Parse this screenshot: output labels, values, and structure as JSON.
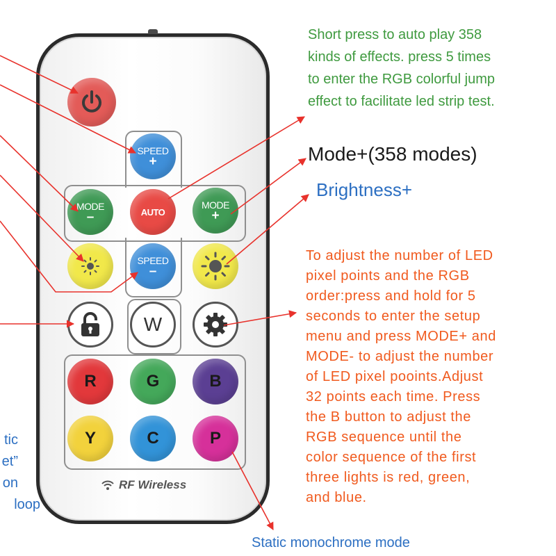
{
  "remote": {
    "buttons": {
      "speed_up": {
        "line1": "SPEED",
        "line2": "+"
      },
      "mode_down": {
        "line1": "MODE",
        "line2": "–"
      },
      "auto": {
        "label": "AUTO"
      },
      "mode_up": {
        "line1": "MODE",
        "line2": "+"
      },
      "speed_down": {
        "line1": "SPEED",
        "line2": "–"
      },
      "white": {
        "label": "W"
      },
      "red": {
        "label": "R"
      },
      "green": {
        "label": "G"
      },
      "blue": {
        "label": "B"
      },
      "yellow": {
        "label": "Y"
      },
      "cyan": {
        "label": "C"
      },
      "purple": {
        "label": "P"
      }
    },
    "brand_label": "RF Wireless"
  },
  "annotations": {
    "auto_play": [
      "Short press to auto play 358",
      "kinds of effects. press 5 times",
      "to enter the RGB colorful jump",
      "effect to facilitate led strip test."
    ],
    "mode_plus": "Mode+(358 modes)",
    "brightness_plus": "Brightness+",
    "setup": [
      "To adjust the number of LED",
      "pixel points and the RGB",
      "order:press and hold for 5",
      "seconds to enter the setup",
      "menu and press MODE+ and",
      "MODE- to adjust the number",
      "of LED pixel pooints.Adjust",
      "32 points each time. Press",
      "the B button to adjust the",
      "RGB sequence until the",
      "color sequence of the first",
      "three lights is red, green,",
      "and blue."
    ],
    "static_mode": "Static monochrome mode",
    "left_partial": [
      "tic",
      "et”",
      "on",
      "loop"
    ]
  },
  "colors": {
    "green_text": "#3f9a3f",
    "blue_text": "#2c6fc2",
    "orange_text": "#f05a1e",
    "arrow": "#e8322c",
    "power": "#e35b58",
    "speed": "#3f8fd9",
    "mode": "#3f9a55",
    "auto": "#e84a45",
    "bright": "#f1e84a",
    "red": "#e2383b",
    "green": "#44a85a",
    "blue": "#5b3f93",
    "yellow": "#f2d23c",
    "cyan": "#3293d8",
    "purple": "#d6309a"
  },
  "icons": [
    "power-icon",
    "sun-small-icon",
    "sun-large-icon",
    "lock-icon",
    "gear-icon",
    "wifi-icon"
  ]
}
